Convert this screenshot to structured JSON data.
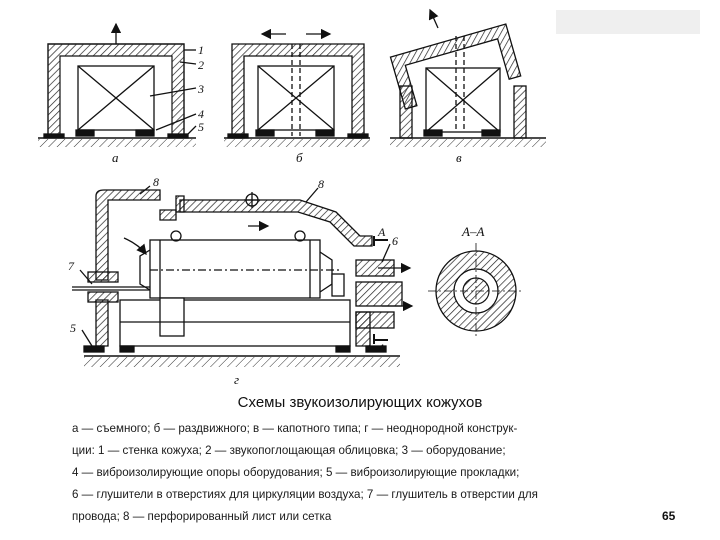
{
  "figure": {
    "panel_a_label": "а",
    "panel_b_label": "б",
    "panel_v_label": "в",
    "panel_g_label": "г",
    "section_label": "А–А",
    "section_mark": "А",
    "callouts": [
      "1",
      "2",
      "3",
      "4",
      "5",
      "6",
      "7",
      "8"
    ]
  },
  "slide": {
    "title": "Схемы звукоизолирующих кожухов",
    "caption_lines": [
      "а — съемного; б — раздвижного; в — капотного типа; г — неоднородной конструк-",
      "ции: 1 — стенка кожуха; 2 — звукопоглощающая облицовка; 3 — оборудование;",
      "4 — виброизолирующие опоры оборудования; 5 — виброизолирующие прокладки;",
      "6 — глушители в отверстиях для циркуляции воздуха; 7 — глушитель в отверстии для",
      "провода; 8 — перфорированный лист или сетка"
    ],
    "page_number": "65"
  }
}
